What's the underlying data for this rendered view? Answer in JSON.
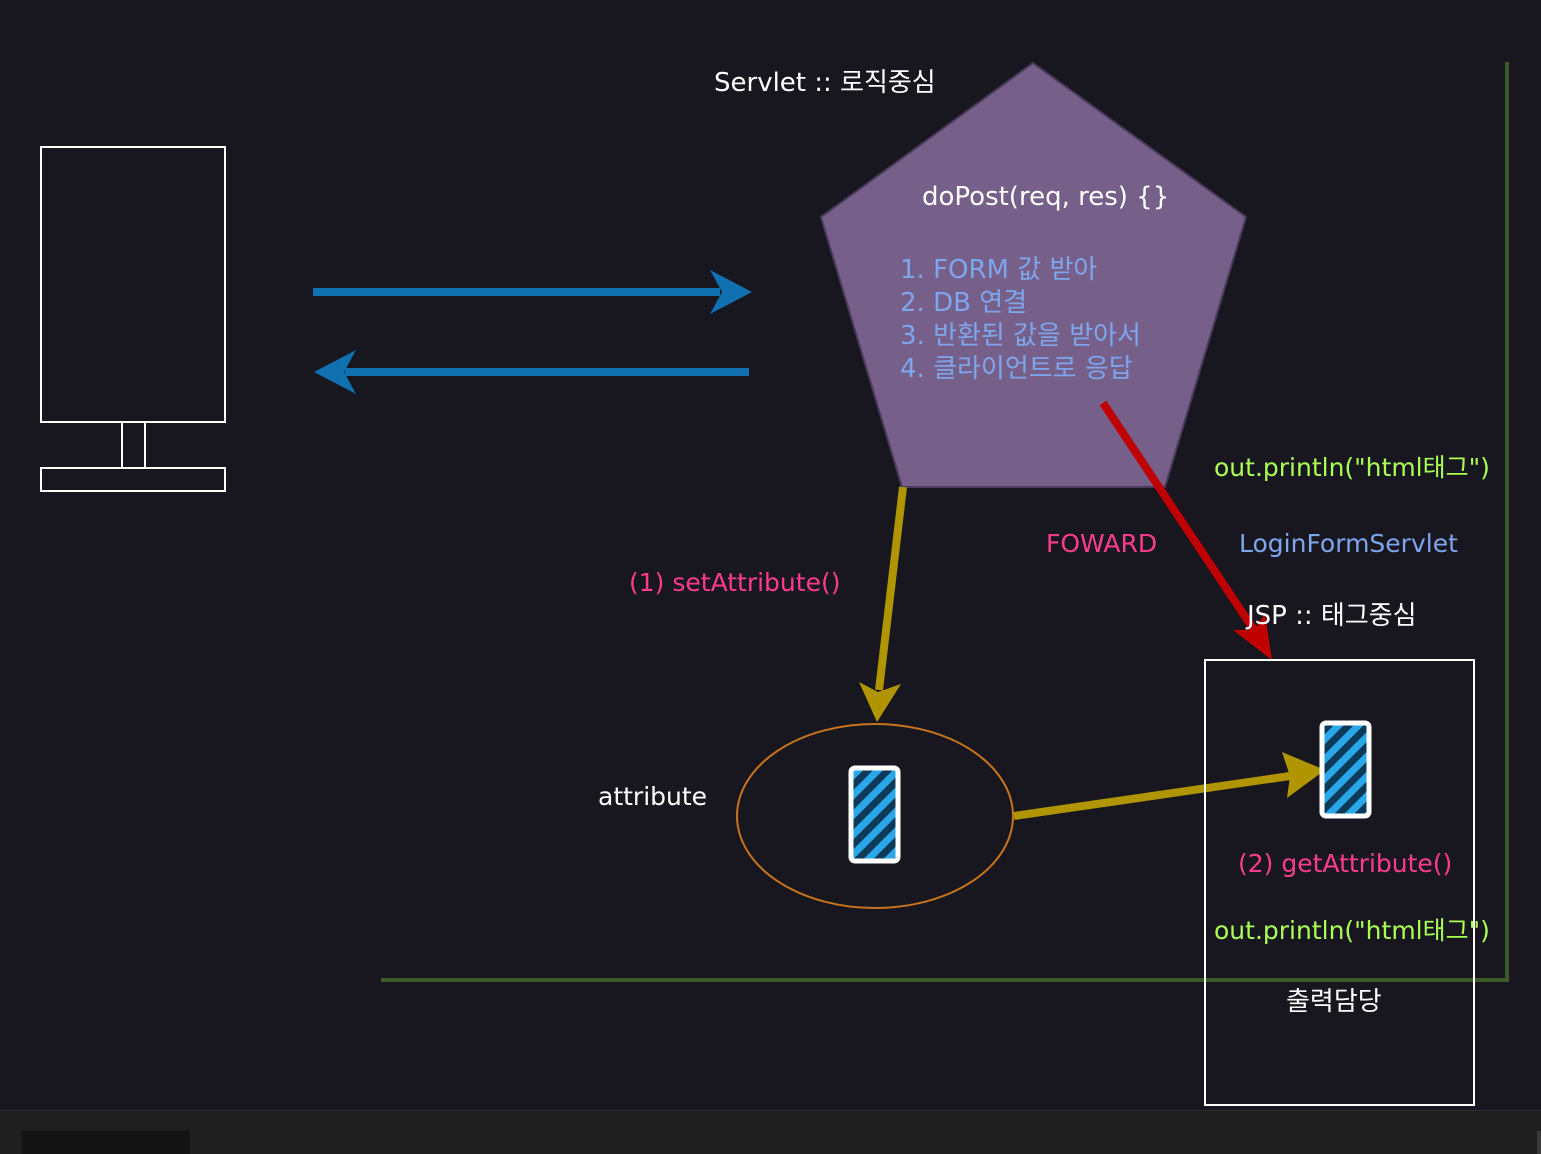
{
  "labels": {
    "servlet_title": "Servlet :: 로직중심",
    "do_post": "doPost(req, res) {}",
    "steps": [
      "1. FORM 값 받아",
      "2. DB 연결",
      "3. 반환된 값을 받아서",
      "4. 클라이언트로 응답"
    ],
    "out_println_top": "out.println(\"html태그\")",
    "forward": "FOWARD",
    "login_form_servlet": "LoginFormServlet",
    "jsp_title": "JSP :: 태그중심",
    "set_attribute": "(1) setAttribute()",
    "attribute": "attribute",
    "get_attribute": "(2) getAttribute()",
    "out_println_bottom": "out.println(\"html태그\")",
    "output_role": "출력담당"
  },
  "colors": {
    "background": "#18171f",
    "pentagon_fill": "#76608a",
    "request_arrows": "#1070b0",
    "forward_arrow": "#c00000",
    "attribute_arrows": "#b09500",
    "ellipse_stroke": "#c8741f",
    "container_border": "#3c5a2a",
    "pink_text": "#ff3b8d",
    "green_text": "#aaff55",
    "blue_text": "#7ea6ee"
  }
}
